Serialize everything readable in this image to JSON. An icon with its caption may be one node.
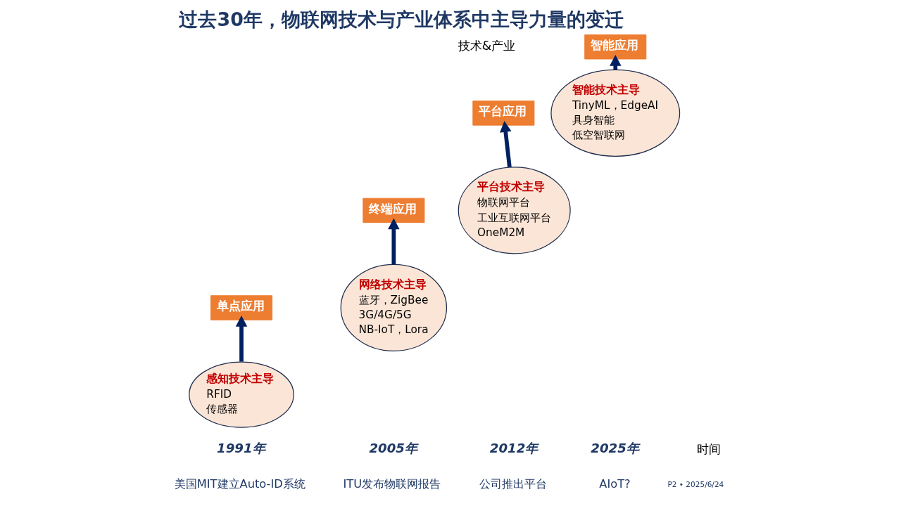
{
  "diagram": {
    "title": "过去30年，物联网技术与产业体系中主导力量的变迁",
    "nodes": [
      {
        "text": [
          "感知技术主导",
          "RFID",
          "传感器"
        ]
      },
      {
        "text": [
          "单点应用"
        ]
      },
      {
        "text": [
          "网络技术主导",
          "蓝牙，ZigBee",
          "3G/4G/5G",
          "NB-IoT，Lora"
        ]
      },
      {
        "text": [
          "终端应用"
        ]
      },
      {
        "text": [
          "平台技术主导",
          "物联网平台",
          "工业互联网平台",
          "OneM2M"
        ]
      },
      {
        "text": [
          "平台应用"
        ]
      },
      {
        "text": [
          "智能技术主导",
          "TinyML，EdgeAI",
          "具身智能",
          "低空智联网"
        ]
      },
      {
        "text": [
          "智能应用"
        ]
      }
    ],
    "edges": [
      {
        "from": 0,
        "to": 1,
        "arrow": "to"
      },
      {
        "from": 2,
        "to": 3,
        "arrow": "to"
      },
      {
        "from": 4,
        "to": 5,
        "arrow": "to"
      },
      {
        "from": 6,
        "to": 7,
        "arrow": "to"
      }
    ],
    "labels": [
      "技术&产业",
      "时间",
      "1991年",
      "美国MIT建立Auto-ID系统",
      "2005年",
      "ITU发布物联网报告",
      "2012年",
      "公司推出平台",
      "2025年",
      "AIoT?",
      "P2 • 2025/6/24"
    ]
  }
}
